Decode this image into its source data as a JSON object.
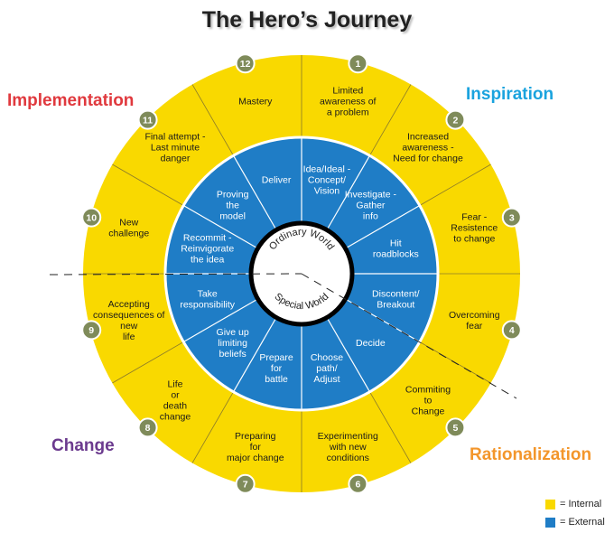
{
  "title": "The Hero’s Journey",
  "phases": {
    "implementation": "Implementation",
    "inspiration": "Inspiration",
    "change": "Change",
    "rationalization": "Rationalization"
  },
  "center": {
    "top": "Ordinary World",
    "bottom": "Special World"
  },
  "legend": {
    "internal": "= Internal",
    "external": "= External"
  },
  "colors": {
    "internal": "#f9d900",
    "external": "#1f7dc6",
    "implementation": "#e0393e",
    "inspiration": "#1aa3de",
    "change": "#6b3a8e",
    "rationalization": "#f3962b",
    "badge": "#7f8b5a"
  },
  "outer_stages": [
    {
      "number": "1",
      "lines": [
        "Limited",
        "awareness of",
        "a problem"
      ]
    },
    {
      "number": "2",
      "lines": [
        "Increased",
        "awareness -",
        "Need for change"
      ]
    },
    {
      "number": "3",
      "lines": [
        "Fear -",
        "Resistence",
        "to change"
      ]
    },
    {
      "number": "4",
      "lines": [
        "Overcoming",
        "fear"
      ]
    },
    {
      "number": "5",
      "lines": [
        "Commiting",
        "to",
        "Change"
      ]
    },
    {
      "number": "6",
      "lines": [
        "Experimenting",
        "with new",
        "conditions"
      ]
    },
    {
      "number": "7",
      "lines": [
        "Preparing",
        "for",
        "major change"
      ]
    },
    {
      "number": "8",
      "lines": [
        "Life",
        "or",
        "death",
        "change"
      ]
    },
    {
      "number": "9",
      "lines": [
        "Accepting",
        "consequences of",
        "new",
        "life"
      ]
    },
    {
      "number": "10",
      "lines": [
        "New",
        "challenge"
      ]
    },
    {
      "number": "11",
      "lines": [
        "Final attempt -",
        "Last minute",
        "danger"
      ]
    },
    {
      "number": "12",
      "lines": [
        "Mastery"
      ]
    }
  ],
  "inner_stages": [
    {
      "lines": [
        "Idea/Ideal -",
        "Concept/",
        "Vision"
      ]
    },
    {
      "lines": [
        "Investigate -",
        "Gather",
        "info"
      ]
    },
    {
      "lines": [
        "Hit",
        "roadblocks"
      ]
    },
    {
      "lines": [
        "Discontent/",
        "Breakout"
      ]
    },
    {
      "lines": [
        "Decide"
      ]
    },
    {
      "lines": [
        "Choose",
        "path/",
        "Adjust"
      ]
    },
    {
      "lines": [
        "Prepare",
        "for",
        "battle"
      ]
    },
    {
      "lines": [
        "Give up",
        "limiting",
        "beliefs"
      ]
    },
    {
      "lines": [
        "Take",
        "responsibility"
      ]
    },
    {
      "lines": [
        "Recommit -",
        "Reinvigorate",
        "the idea"
      ]
    },
    {
      "lines": [
        "Proving",
        "the",
        "model"
      ]
    },
    {
      "lines": [
        "Deliver"
      ]
    }
  ]
}
